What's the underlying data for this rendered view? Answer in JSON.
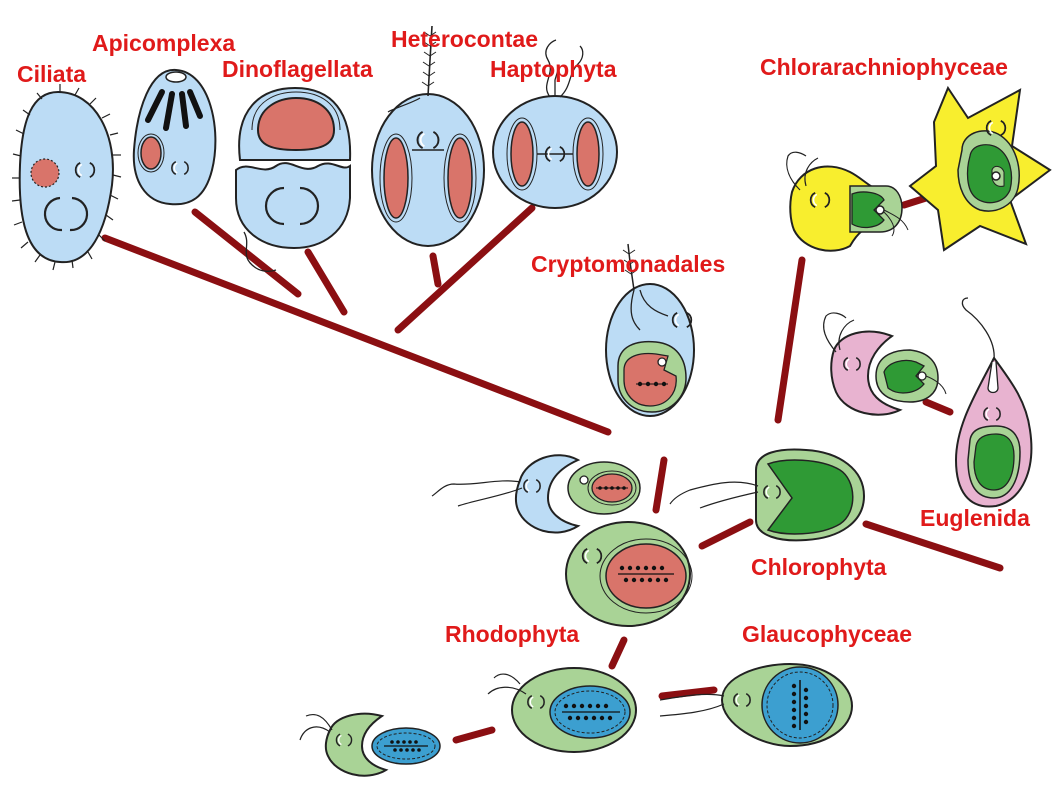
{
  "labels": {
    "ciliata": "Ciliata",
    "apicomplexa": "Apicomplexa",
    "dinoflagellata": "Dinoflagellata",
    "heterocontae": "Heterocontae",
    "haptophyta": "Haptophyta",
    "chlorarachniophyceae": "Chlorarachniophyceae",
    "cryptomonadales": "Cryptomonadales",
    "euglenida": "Euglenida",
    "chlorophyta": "Chlorophyta",
    "rhodophyta": "Rhodophyta",
    "glaucophyceae": "Glaucophyceae"
  },
  "colors": {
    "label_red": "#e01a1a",
    "branch": "#8b0f12",
    "host_blue": "#bcdcf5",
    "plastid_red": "#d9746a",
    "plastid_green": "#2f9a35",
    "cell_green": "#a9d396",
    "cell_yellow": "#f8ee2e",
    "cell_pink": "#e8b3d0",
    "cyano_blue": "#3c9fd0"
  }
}
